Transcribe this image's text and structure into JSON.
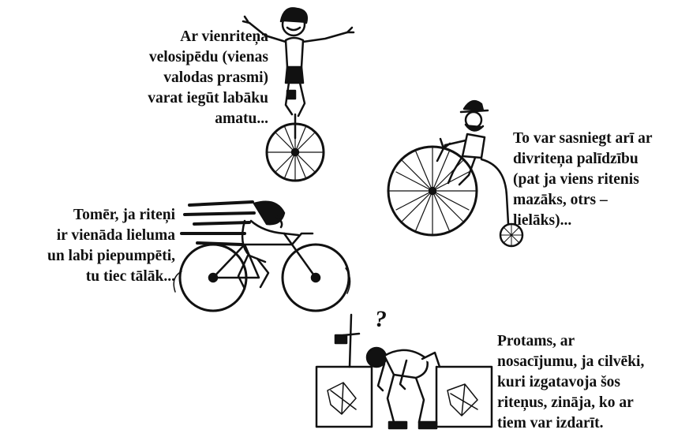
{
  "captions": {
    "unicycle": "Ar vienriteņa\nvelosipēdu (vienas\nvalodas prasmi)\nvarat iegūt labāku\namatu...",
    "pennyfarthing": "To var sasniegt arī ar\ndivriteņa palīdzību\n(pat ja viens ritenis\nmazāks, otrs –\nlielāks)...",
    "racer": "Tomēr, ja riteņi\nir vienāda lieluma\nun labi piepumpēti,\ntu tiec tālāk...",
    "broken": "Protams, ar\nnosacījumu, ja cilvēki,\nkuri izgatavoja šos\nriteņus, zināja, ko ar\ntiem var izdarīt."
  },
  "symbols": {
    "question_mark": "?"
  },
  "colors": {
    "ink": "#111111",
    "background": "#ffffff"
  }
}
